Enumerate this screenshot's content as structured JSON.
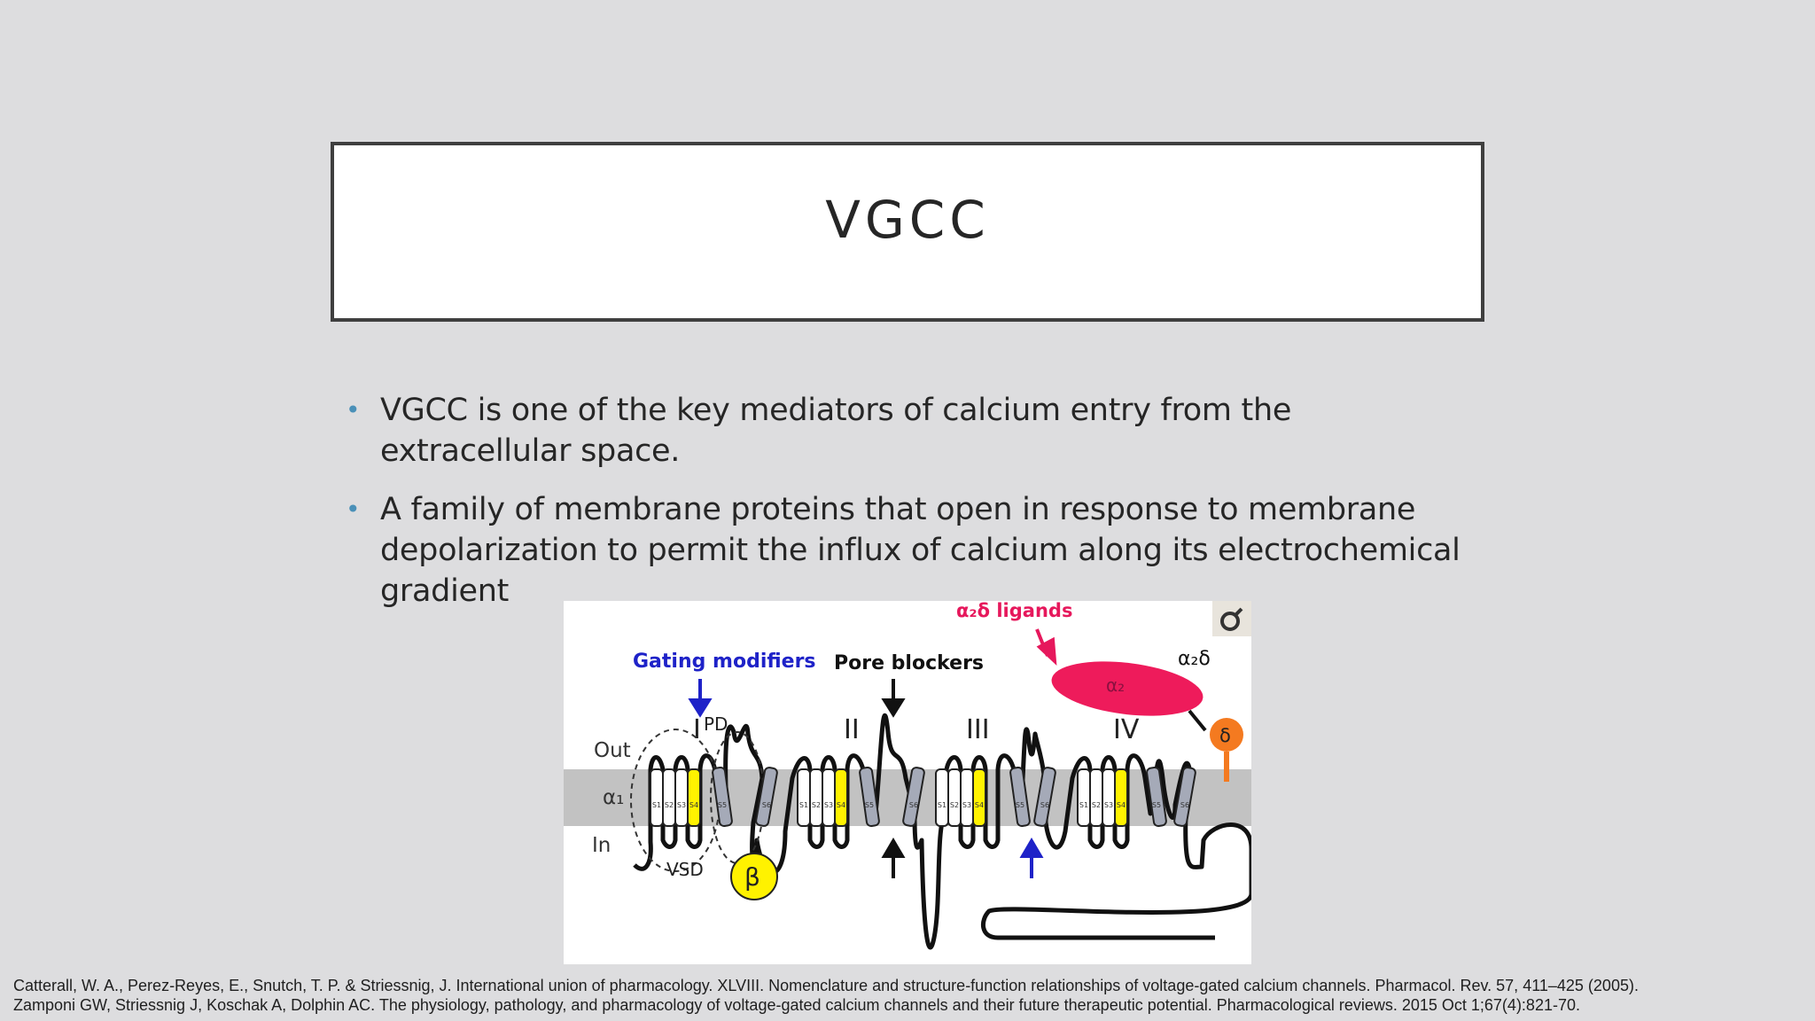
{
  "slide": {
    "title": "VGCC",
    "bullets": [
      "VGCC is one of the key mediators of calcium entry from the extracellular space.",
      "A family of membrane proteins that open in response to membrane depolarization to permit the influx of calcium along its electrochemical gradient"
    ],
    "references": [
      "Catterall, W. A., Perez-Reyes, E., Snutch, T. P. & Striessnig, J. International union of pharmacology. XLVIII. Nomenclature and structure-function relationships of voltage-gated calcium channels. Pharmacol. Rev. 57, 411–425 (2005).",
      "Zamponi GW, Striessnig J, Koschak A, Dolphin AC. The physiology, pathology, and pharmacology of voltage-gated calcium channels and their future therapeutic potential. Pharmacological reviews. 2015 Oct 1;67(4):821-70."
    ]
  },
  "figure": {
    "labels": {
      "alpha2delta_ligands": "α₂δ ligands",
      "gating_modifiers": "Gating modifiers",
      "pore_blockers": "Pore blockers",
      "alpha2delta": "α₂δ",
      "alpha2": "α₂",
      "delta": "δ",
      "out": "Out",
      "in": "In",
      "alpha1": "α₁",
      "pd": "PD",
      "vsd": "VSD",
      "beta": "β",
      "domain_1": "I",
      "domain_2": "II",
      "domain_3": "III",
      "domain_4": "IV",
      "segments": [
        "S1",
        "S2",
        "S3",
        "S4",
        "S5",
        "S6"
      ]
    },
    "colors": {
      "membrane": "#c2c2c2",
      "s4": "#fff200",
      "pore_segment": "#a5aab8",
      "alpha2": "#ee1b5b",
      "delta": "#f47a20",
      "beta": "#fff200",
      "gating_arrow": "#1e22c8",
      "ligand_label": "#e6185c",
      "bullet": "#4a90b8"
    }
  }
}
